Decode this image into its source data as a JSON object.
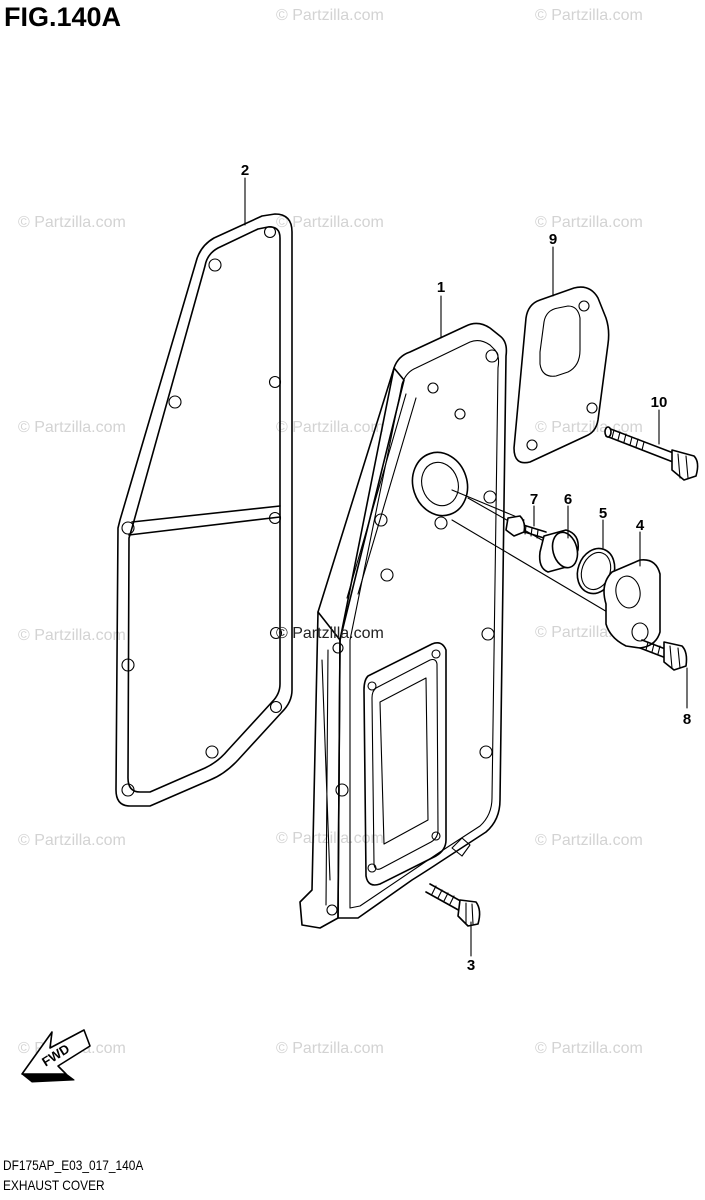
{
  "figure": {
    "title": "FIG.140A",
    "code": "DF175AP_E03_017_140A",
    "subtitle": "EXHAUST COVER"
  },
  "watermark": {
    "text": "© Partzilla.com",
    "color": "#d3d3d3"
  },
  "arrow_label": "FWD",
  "callouts": [
    {
      "id": "part-1",
      "label": "1"
    },
    {
      "id": "part-2",
      "label": "2"
    },
    {
      "id": "part-3",
      "label": "3"
    },
    {
      "id": "part-4",
      "label": "4"
    },
    {
      "id": "part-5",
      "label": "5"
    },
    {
      "id": "part-6",
      "label": "6"
    },
    {
      "id": "part-7",
      "label": "7"
    },
    {
      "id": "part-8",
      "label": "8"
    },
    {
      "id": "part-9",
      "label": "9"
    },
    {
      "id": "part-10",
      "label": "10"
    }
  ]
}
